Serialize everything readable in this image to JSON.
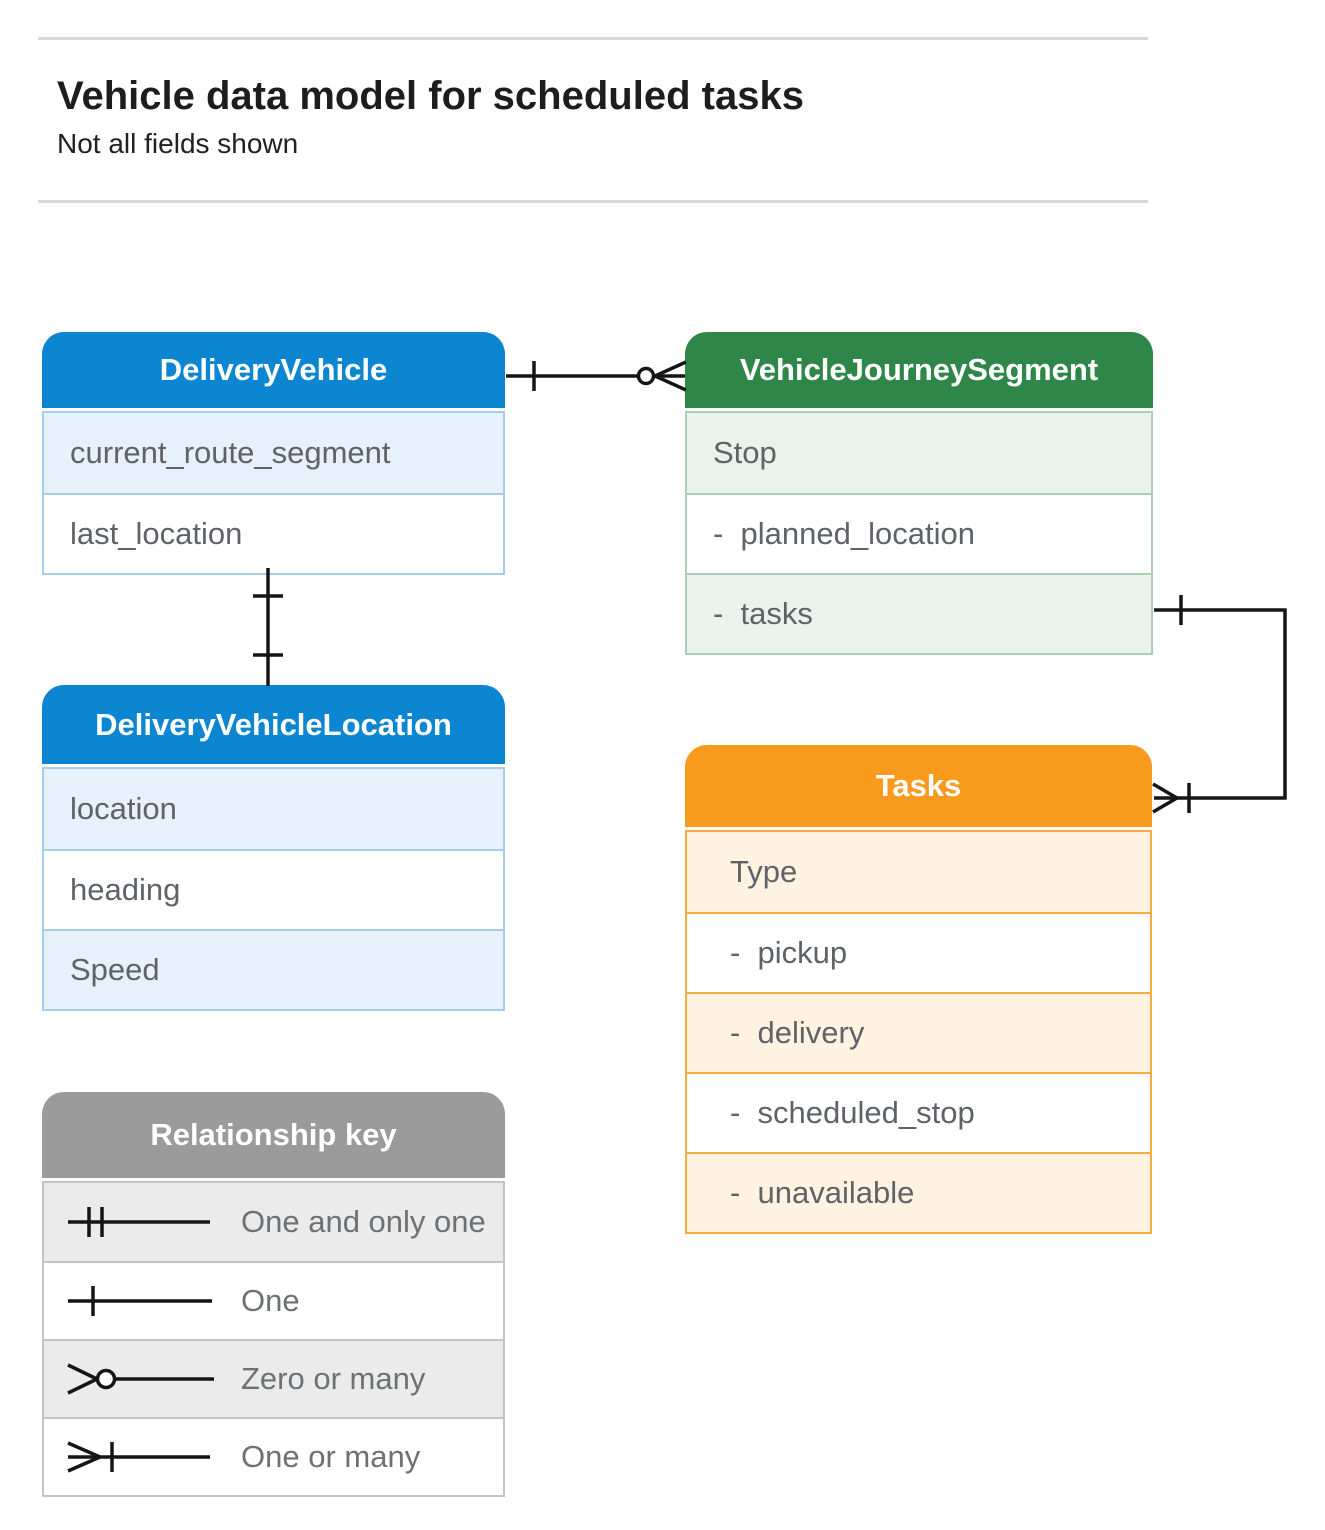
{
  "header": {
    "title": "Vehicle data model for scheduled tasks",
    "subtitle": "Not all fields shown"
  },
  "entities": {
    "delivery_vehicle": {
      "title": "DeliveryVehicle",
      "fields": [
        "current_route_segment",
        "last_location"
      ]
    },
    "vehicle_journey_segment": {
      "title": "VehicleJourneySegment",
      "fields": [
        "Stop",
        "-  planned_location",
        "-  tasks"
      ]
    },
    "delivery_vehicle_location": {
      "title": "DeliveryVehicleLocation",
      "fields": [
        "location",
        "heading",
        "Speed"
      ]
    },
    "tasks": {
      "title": "Tasks",
      "fields": [
        "Type",
        "-  pickup",
        "-  delivery",
        "-  scheduled_stop",
        "-  unavailable"
      ]
    }
  },
  "legend": {
    "title": "Relationship key",
    "items": [
      {
        "symbol": "one-and-only-one",
        "label": "One and only one"
      },
      {
        "symbol": "one",
        "label": "One"
      },
      {
        "symbol": "zero-or-many",
        "label": "Zero or many"
      },
      {
        "symbol": "one-or-many",
        "label": "One or many"
      }
    ]
  },
  "relationships": [
    {
      "from": "DeliveryVehicle",
      "to": "VehicleJourneySegment",
      "from_cardinality": "one",
      "to_cardinality": "zero-or-many"
    },
    {
      "from": "DeliveryVehicle.last_location",
      "to": "DeliveryVehicleLocation",
      "from_cardinality": "one",
      "to_cardinality": "one"
    },
    {
      "from": "VehicleJourneySegment.tasks",
      "to": "Tasks",
      "from_cardinality": "one",
      "to_cardinality": "one-or-many"
    }
  ],
  "colors": {
    "blue_header": "#0d86d1",
    "blue_row": "#e7f1fb",
    "blue_border": "#a6cdec",
    "green_header": "#2e8748",
    "green_row": "#e9f2eb",
    "green_border": "#abceb4",
    "orange_header": "#f89b1c",
    "orange_row": "#fdf3e0",
    "orange_border": "#f6ac40",
    "gray_header": "#9b9b9b",
    "gray_row": "#ebebeb",
    "gray_border": "#c4c4c4",
    "connector": "#151515",
    "row_text": "#5f6368"
  }
}
